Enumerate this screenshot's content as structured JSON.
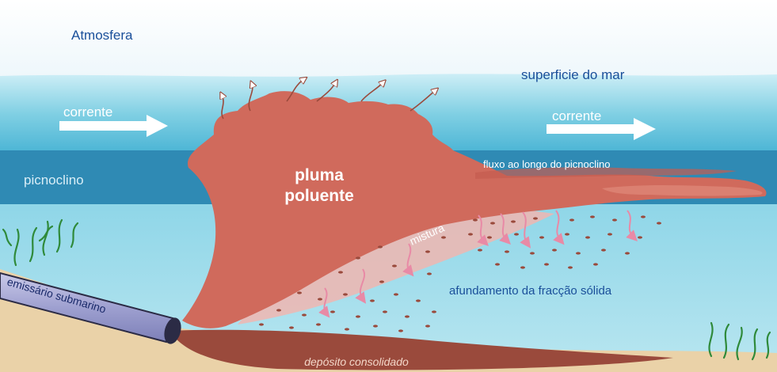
{
  "labels": {
    "atmosphere": "Atmosfera",
    "sea_surface": "superficie do mar",
    "current_left": "corrente",
    "current_right": "corrente",
    "pycnocline": "picnoclino",
    "flow_along_pycnocline": "fluxo ao longo do picnoclino",
    "plume_line1": "pluma",
    "plume_line2": "poluente",
    "mixing": "mistura",
    "outfall_pipe": "emissário submarino",
    "sinking_solids": "afundamento da fracção sólida",
    "consolidated_deposit": "depósito consolidado"
  },
  "colors": {
    "plume": "#d06a5c",
    "pycnocline": "#2f8ab4",
    "upper_water": "#7fcfe3",
    "lower_water": "#9ad8e8",
    "seabed": "#ead2a8",
    "deposit": "#9a4a3c",
    "particles": "#9a4a3c",
    "label_text": "#1a4f9a"
  },
  "icons": {
    "current_arrow": "right-arrow-icon",
    "evaporation_arrow": "wavy-up-arrow-icon",
    "sinking_arrow": "wavy-down-arrow-icon",
    "seaweed": "seaweed-icon"
  }
}
